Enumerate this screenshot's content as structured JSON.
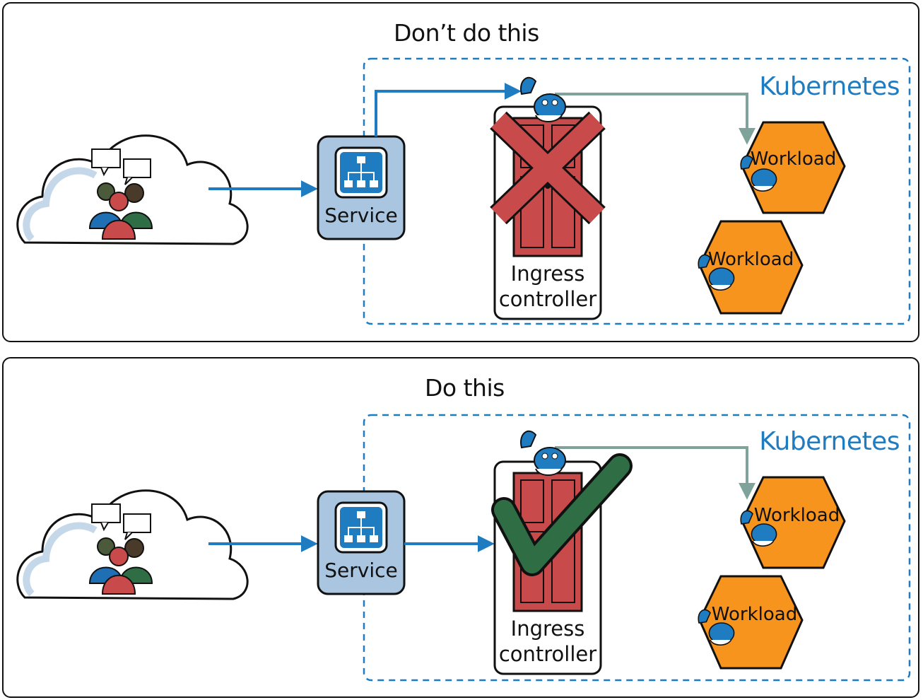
{
  "panels": [
    {
      "title": "Don’t do this",
      "cluster_label": "Kubernetes",
      "service_label": "Service",
      "ingress_label_line1": "Ingress",
      "ingress_label_line2": "controller",
      "workloads": [
        "Workload",
        "Workload"
      ],
      "verdict_icon": "x-mark-icon"
    },
    {
      "title": "Do this",
      "cluster_label": "Kubernetes",
      "service_label": "Service",
      "ingress_label_line1": "Ingress",
      "ingress_label_line2": "controller",
      "workloads": [
        "Workload",
        "Workload"
      ],
      "verdict_icon": "checkmark-icon"
    }
  ],
  "colors": {
    "arrow_blue": "#1f7cc1",
    "arrow_gray": "#7fa39a",
    "workload_orange": "#f7941d",
    "door_red": "#c94a4a",
    "x_red": "#c94a4a",
    "check_green": "#2f6e45",
    "service_fill": "#a9c5e0",
    "cloud_fill": "#c5d8ea"
  }
}
